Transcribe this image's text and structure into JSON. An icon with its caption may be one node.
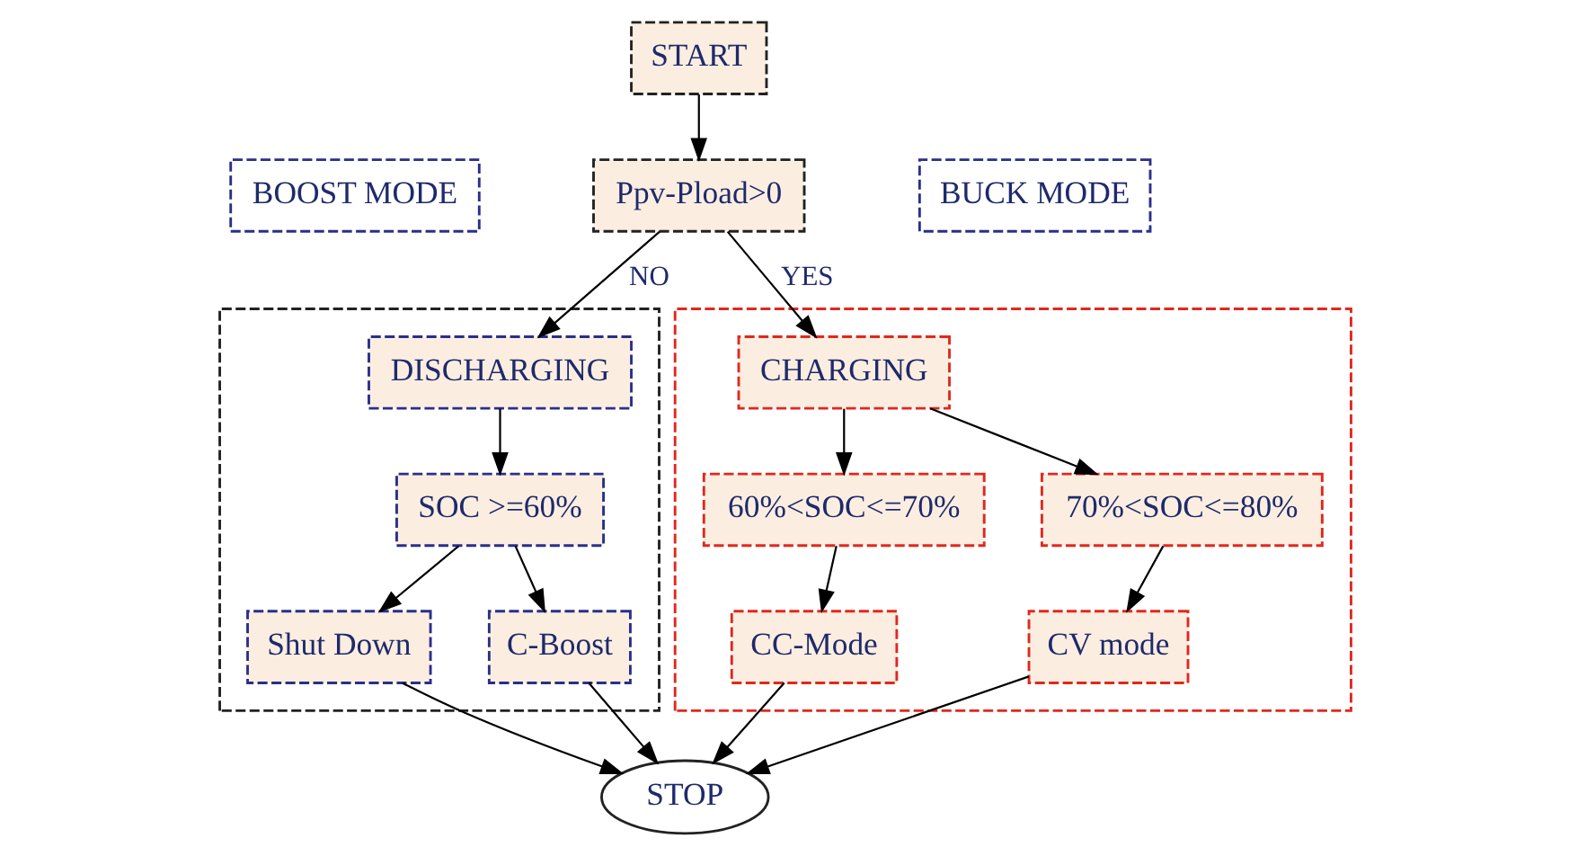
{
  "diagram": {
    "nodes": [
      {
        "text": [
          "START"
        ]
      },
      {
        "text": [
          "Ppv-Pload>0"
        ]
      },
      {
        "text": [
          "BOOST MODE"
        ]
      },
      {
        "text": [
          "BUCK MODE"
        ]
      },
      {
        "text": [],
        "shape": "box"
      },
      {
        "text": [
          "DISCHARGING"
        ],
        "in": 4
      },
      {
        "text": [
          "SOC >=60%"
        ],
        "in": 4
      },
      {
        "text": [
          "Shut Down"
        ],
        "in": 4
      },
      {
        "text": [
          "C-Boost"
        ],
        "in": 4
      },
      {
        "text": [],
        "shape": "box"
      },
      {
        "text": [
          "CHARGING"
        ],
        "in": 9
      },
      {
        "text": [
          "60%<SOC<=70%"
        ],
        "in": 9
      },
      {
        "text": [
          "70%<SOC<=80%"
        ],
        "in": 9
      },
      {
        "text": [
          "CC-Mode"
        ],
        "in": 9
      },
      {
        "text": [
          "CV mode"
        ],
        "in": 9
      },
      {
        "text": [
          "STOP"
        ]
      }
    ],
    "edges": [
      {
        "from": 0,
        "to": 1,
        "arrow": "to"
      },
      {
        "from": 1,
        "to": 5,
        "arrow": "to",
        "label": "NO"
      },
      {
        "from": 1,
        "to": 10,
        "arrow": "to",
        "label": "YES"
      },
      {
        "from": 5,
        "to": 6,
        "arrow": "to"
      },
      {
        "from": 6,
        "to": 7,
        "arrow": "to"
      },
      {
        "from": 6,
        "to": 8,
        "arrow": "to"
      },
      {
        "from": 10,
        "to": 11,
        "arrow": "to"
      },
      {
        "from": 10,
        "to": 12,
        "arrow": "to"
      },
      {
        "from": 11,
        "to": 13,
        "arrow": "to"
      },
      {
        "from": 12,
        "to": 14,
        "arrow": "to"
      },
      {
        "from": 7,
        "to": 15,
        "arrow": "to"
      },
      {
        "from": 8,
        "to": 15,
        "arrow": "to"
      },
      {
        "from": 13,
        "to": 15,
        "arrow": "to"
      },
      {
        "from": 14,
        "to": 15,
        "arrow": "to"
      }
    ]
  }
}
